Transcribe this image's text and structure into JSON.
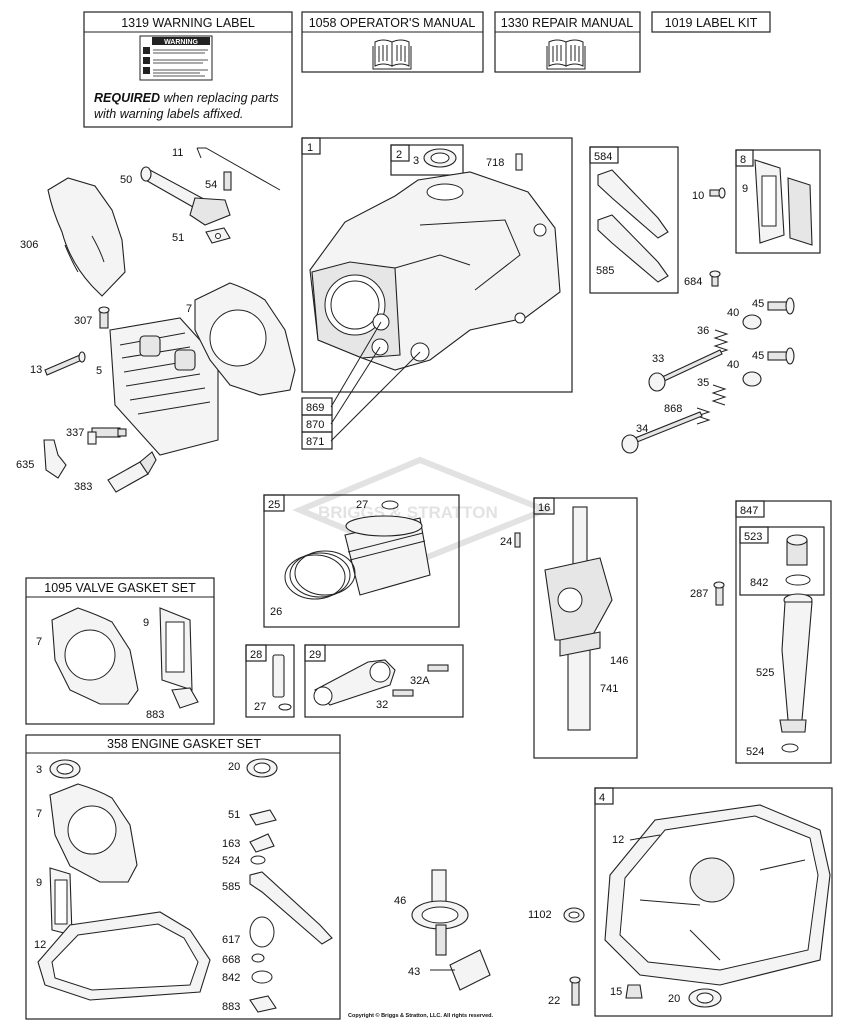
{
  "headers": {
    "warning_label": "1319 WARNING LABEL",
    "operators_manual": "1058 OPERATOR'S MANUAL",
    "repair_manual": "1330 REPAIR MANUAL",
    "label_kit": "1019 LABEL KIT",
    "valve_gasket_set": "1095 VALVE GASKET SET",
    "engine_gasket_set": "358 ENGINE GASKET SET"
  },
  "warning_sticker_title": "WARNING",
  "required_bold": "REQUIRED",
  "required_rest": " when replacing parts with warning labels affixed.",
  "watermark": "BRIGGS & STRATTON",
  "copyright": "Copyright © Briggs & Stratton, LLC. All rights reserved.",
  "box_numbers": {
    "b1": "1",
    "b2": "2",
    "b584": "584",
    "b8": "8",
    "b25": "25",
    "b16": "16",
    "b847": "847",
    "b523": "523",
    "b28": "28",
    "b29": "29",
    "b4": "4",
    "b869": "869",
    "b870": "870",
    "b871": "871"
  },
  "callouts": {
    "c11": "11",
    "c50": "50",
    "c54": "54",
    "c51": "51",
    "c306": "306",
    "c307": "307",
    "c7": "7",
    "c13": "13",
    "c5": "5",
    "c337": "337",
    "c635": "635",
    "c383": "383",
    "c3": "3",
    "c718": "718",
    "c10": "10",
    "c9": "9",
    "c585": "585",
    "c684": "684",
    "c40a": "40",
    "c45a": "45",
    "c36": "36",
    "c33": "33",
    "c40b": "40",
    "c45b": "45",
    "c35": "35",
    "c868": "868",
    "c34": "34",
    "c27a": "27",
    "c26": "26",
    "c24": "24",
    "c146": "146",
    "c741": "741",
    "c287": "287",
    "c842a": "842",
    "c525": "525",
    "c524a": "524",
    "c27b": "27",
    "c32a": "32A",
    "c32": "32",
    "v7": "7",
    "v9": "9",
    "v883": "883",
    "e3": "3",
    "e20": "20",
    "e7": "7",
    "e51": "51",
    "e163": "163",
    "e524": "524",
    "e9": "9",
    "e585": "585",
    "e12": "12",
    "e617": "617",
    "e668": "668",
    "e842": "842",
    "e883": "883",
    "c46": "46",
    "c43": "43",
    "c1102": "1102",
    "c22": "22",
    "c12": "12",
    "c15": "15",
    "c20": "20"
  }
}
